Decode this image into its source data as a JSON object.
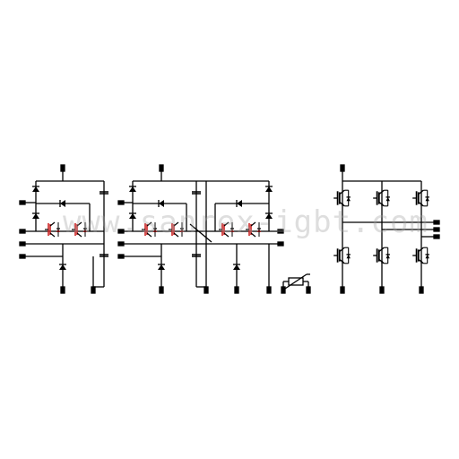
{
  "colors": {
    "line": "#000000",
    "accent": "#cc2222",
    "watermark": "#b0b0b0"
  },
  "watermark": {
    "text": "www.sanrex-igbt.com"
  },
  "circuits": [
    {
      "id": "three-level-leg-single",
      "icon": "npc-leg"
    },
    {
      "id": "three-level-leg-double",
      "icon": "npc-leg-pair"
    },
    {
      "id": "thermistor",
      "icon": "ntc-thermistor"
    },
    {
      "id": "six-pack-igbt",
      "icon": "igbt-bridge"
    }
  ]
}
